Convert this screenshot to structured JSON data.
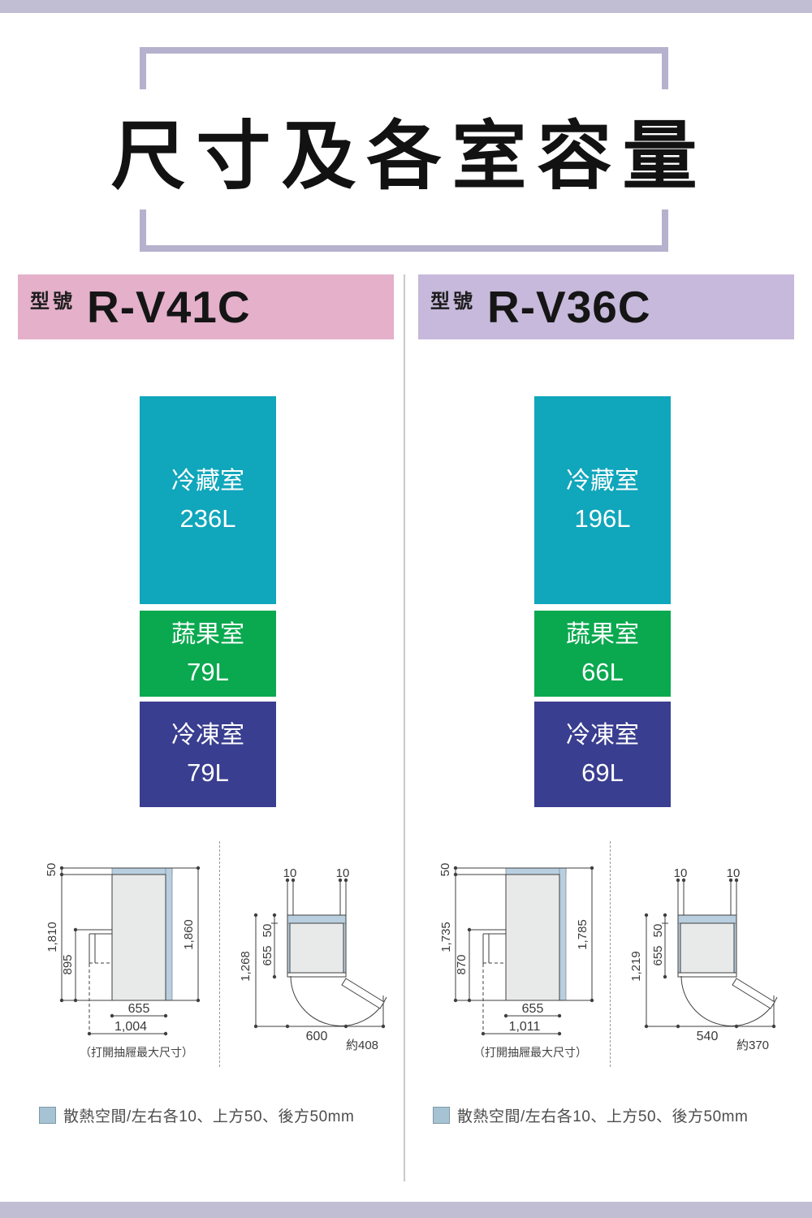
{
  "page": {
    "title": "尺寸及各室容量",
    "colors": {
      "page_bar": "#c1bed4",
      "title_frame": "#b6b1cd",
      "divider": "#c9c9c9",
      "clearance_blue": "#b9cfdf",
      "body_gray": "#e8e9e9"
    }
  },
  "models": [
    {
      "model_label": "型號",
      "name": "R-V41C",
      "header_color": "#e4b0ca",
      "compartments": [
        {
          "name": "冷藏室",
          "capacity": "236L",
          "color": "#10a6bb"
        },
        {
          "name": "蔬果室",
          "capacity": "79L",
          "color": "#0aa94f"
        },
        {
          "name": "冷凍室",
          "capacity": "79L",
          "color": "#3a3e90"
        }
      ],
      "side_view": {
        "top_clearance": "50",
        "height": "1,810",
        "drawer_height": "895",
        "total_height": "1,860",
        "depth": "655",
        "depth_drawer_open": "1,004",
        "caption": "（打開抽屜最大尺寸）"
      },
      "front_view": {
        "left_clearance": "10",
        "right_clearance": "10",
        "rear_clearance": "50",
        "depth": "655",
        "total_depth": "1,268",
        "width": "600",
        "door_swing": "約408"
      }
    },
    {
      "model_label": "型號",
      "name": "R-V36C",
      "header_color": "#c7b9db",
      "compartments": [
        {
          "name": "冷藏室",
          "capacity": "196L",
          "color": "#10a6bb"
        },
        {
          "name": "蔬果室",
          "capacity": "66L",
          "color": "#0aa94f"
        },
        {
          "name": "冷凍室",
          "capacity": "69L",
          "color": "#3a3e90"
        }
      ],
      "side_view": {
        "top_clearance": "50",
        "height": "1,735",
        "drawer_height": "870",
        "total_height": "1,785",
        "depth": "655",
        "depth_drawer_open": "1,011",
        "caption": "（打開抽屜最大尺寸）"
      },
      "front_view": {
        "left_clearance": "10",
        "right_clearance": "10",
        "rear_clearance": "50",
        "depth": "655",
        "total_depth": "1,219",
        "width": "540",
        "door_swing": "約370"
      }
    }
  ],
  "legend": {
    "swatch_color": "#a6c3d3",
    "text": "散熱空間/左右各10、上方50、後方50mm"
  }
}
